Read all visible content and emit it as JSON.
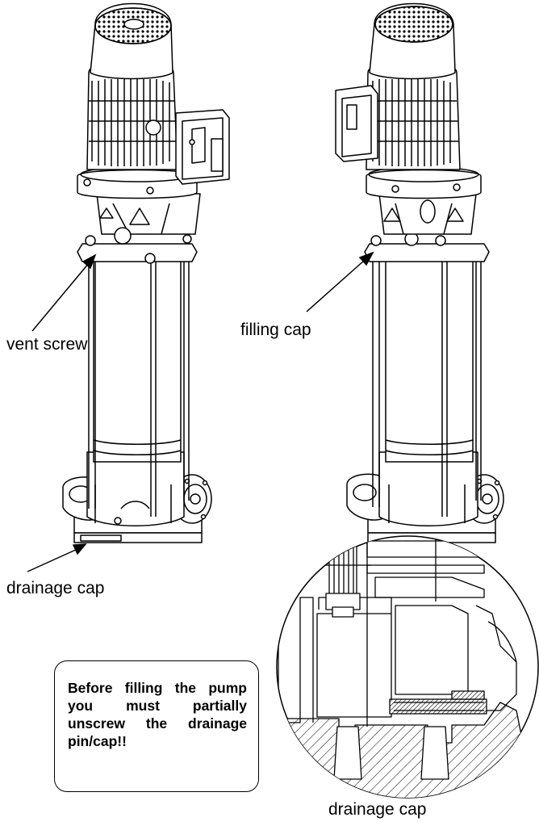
{
  "labels": {
    "vent_screw": "vent screw",
    "filling_cap": "filling cap",
    "drainage_cap_left": "drainage cap",
    "drainage_cap_detail": "drainage cap"
  },
  "note": {
    "text": "Before filling the pump you must partially unscrew the drainage pin/cap!!"
  },
  "colors": {
    "line": "#000000",
    "background": "#ffffff"
  }
}
